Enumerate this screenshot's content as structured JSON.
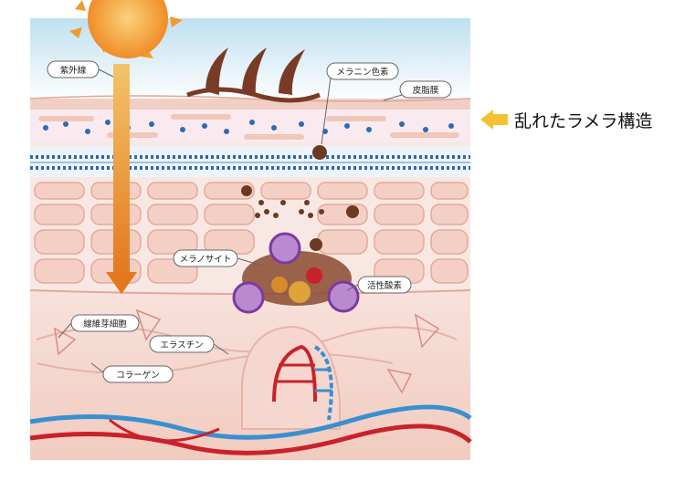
{
  "labels": {
    "uv": "紫外線",
    "melanin": "メラニン色素",
    "sebum": "皮脂膜",
    "lamella": "乱れたラメラ構造",
    "melanocyte": "メラノサイト",
    "ros": "活性酸素",
    "fibroblast": "線維芽細胞",
    "elastin": "エラスチン",
    "collagen": "コラーゲン"
  },
  "colors": {
    "accent_arrow": "#f2c230",
    "skin": "#f6ddd6",
    "dermis": "#f3d1c6",
    "artery": "#c8222a",
    "vein": "#3a8fd0",
    "melanin": "#6b3a22"
  }
}
